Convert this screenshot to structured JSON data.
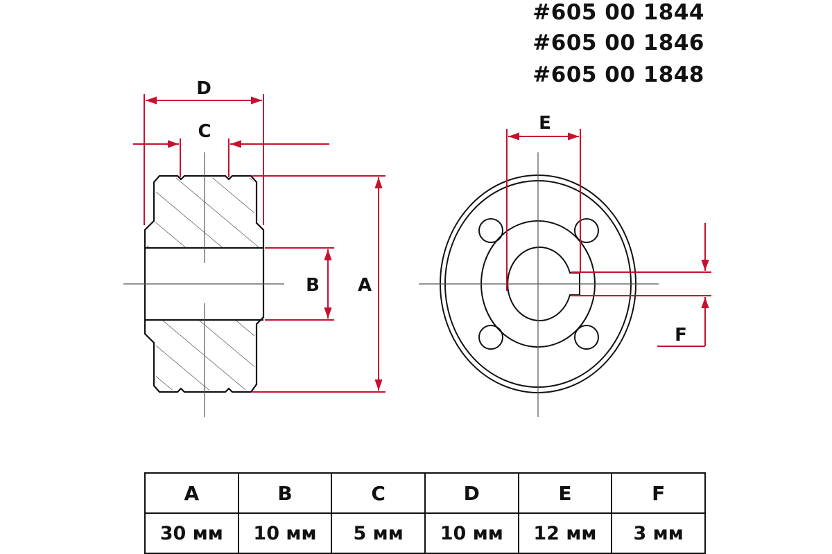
{
  "part_numbers": [
    "#605 00 1844",
    "#605 00 1846",
    "#605 00 1848"
  ],
  "dimension_labels": {
    "A": "A",
    "B": "B",
    "C": "C",
    "D": "D",
    "E": "E",
    "F": "F"
  },
  "table": {
    "headers": [
      "A",
      "B",
      "C",
      "D",
      "E",
      "F"
    ],
    "values": [
      "30 мм",
      "10 мм",
      "5 мм",
      "10 мм",
      "12 мм",
      "3 мм"
    ]
  },
  "colors": {
    "outline": "#111111",
    "dimension": "#c8102e",
    "centerline": "#555555"
  }
}
